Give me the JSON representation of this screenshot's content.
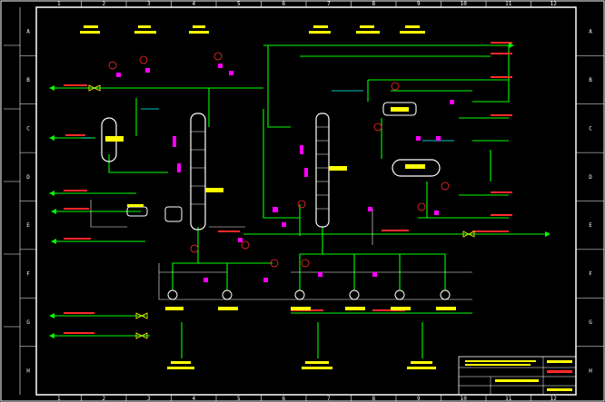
{
  "colors": {
    "background": "#000000",
    "frame": "#ffffff",
    "pipe_main": "#00ff00",
    "pipe_aux": "#ffffff",
    "label_red": "#ff2a2a",
    "label_yellow": "#ffff00",
    "instrument": "#ff00ff",
    "process_line": "#00ffff"
  },
  "grid": {
    "columns": [
      "1",
      "2",
      "3",
      "4",
      "5",
      "6",
      "7",
      "8",
      "9",
      "10",
      "11",
      "12"
    ],
    "rows": [
      "A",
      "B",
      "C",
      "D",
      "E",
      "F",
      "G",
      "H"
    ]
  },
  "icons": [
    "distillation-column-icon",
    "vessel-icon",
    "pump-icon",
    "heat-exchanger-icon",
    "control-valve-icon"
  ]
}
